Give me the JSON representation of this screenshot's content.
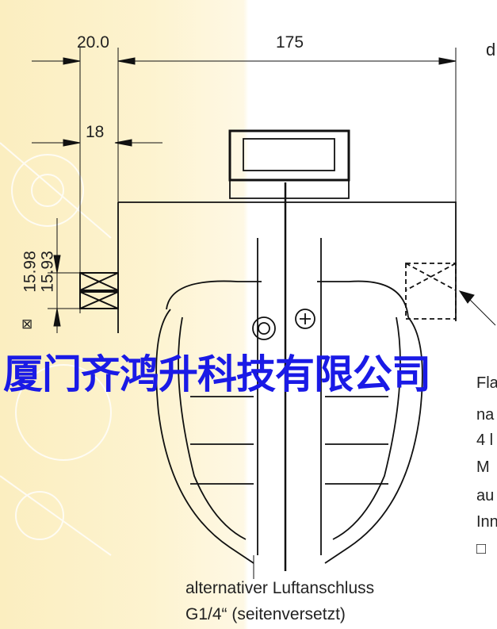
{
  "dimensions": {
    "d1": "20.0",
    "d2": "175",
    "d3": "18",
    "tol_upper": "15.98",
    "tol_lower": "15.93",
    "square_symbol": "⊠"
  },
  "top_right_fragment": "d",
  "side_text": [
    "Fla",
    "na",
    "4 l",
    "M",
    "au",
    "Inn",
    "□"
  ],
  "watermark": "厦门齐鸿升科技有限公司",
  "caption": {
    "line1": "alternativer Luftanschluss",
    "line2": "G1/4“ (seitenversetzt)"
  },
  "colors": {
    "watermark": "#1a1ae6",
    "background_left": "#fbeec0",
    "line": "#111111"
  }
}
